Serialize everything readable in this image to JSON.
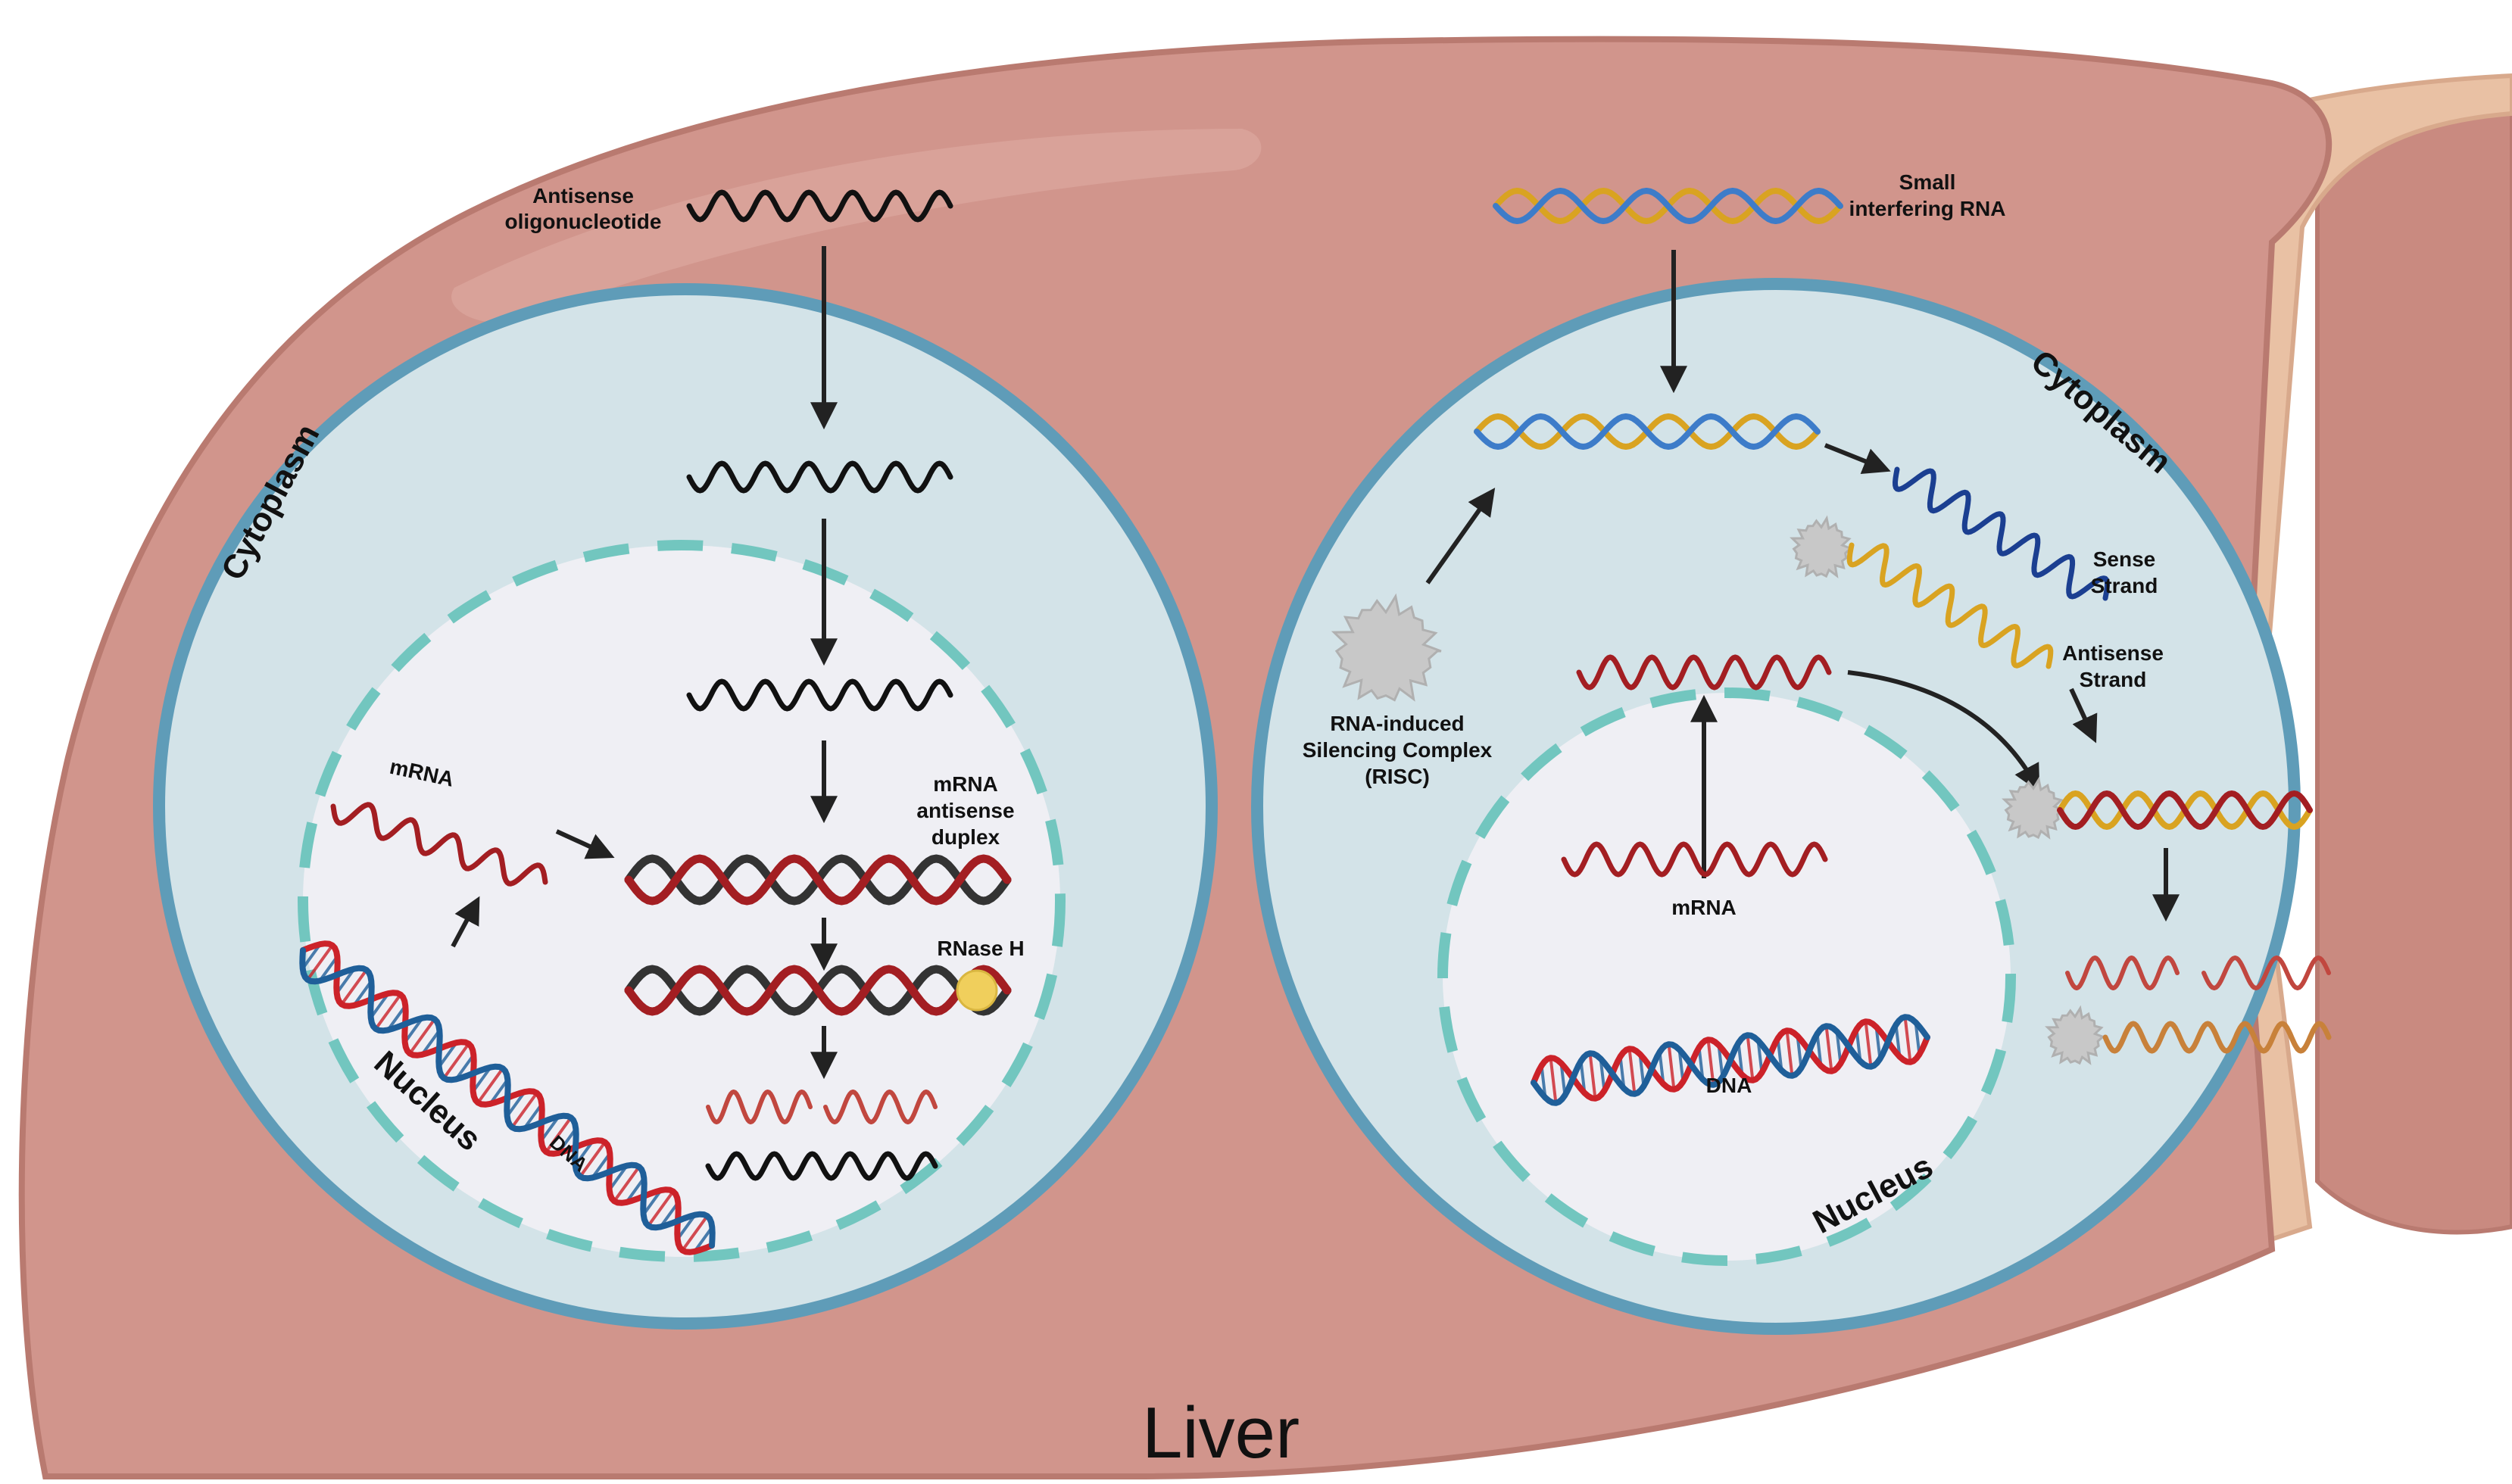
{
  "diagram": {
    "organ_label": "Liver",
    "colors": {
      "liver": "#d1958c",
      "liver_edge": "#b97a70",
      "cell_fill": "#d3e3e8",
      "cell_border": "#5f9cb8",
      "nucleus_fill": "#efeff4",
      "nuclear_envelope": "#72c6bf",
      "aso_strand": "#111111",
      "mrna_strand": "#a31e22",
      "sirna_blue": "#3d7cc9",
      "sirna_gold": "#d9a321",
      "dna_blue": "#1f5f99",
      "dna_red": "#cc2229",
      "rnase": "#f0cf5c",
      "risc": "#c8c8c8"
    },
    "left_cell": {
      "aso_label_line1": "Antisense",
      "aso_label_line2": "oligonucleotide",
      "cytoplasm_label": "Cytoplasm",
      "nucleus_label": "Nucleus",
      "mrna_label": "mRNA",
      "dna_label": "DNA",
      "duplex_line1": "mRNA",
      "duplex_line2": "antisense",
      "duplex_line3": "duplex",
      "rnase_label": "RNase H"
    },
    "right_cell": {
      "sirna_line1": "Small",
      "sirna_line2": "interfering RNA",
      "cytoplasm_label": "Cytoplasm",
      "sense_line1": "Sense",
      "sense_line2": "Strand",
      "antisense_line1": "Antisense",
      "antisense_line2": "Strand",
      "risc_line1": "RNA-induced",
      "risc_line2": "Silencing Complex",
      "risc_line3": "(RISC)",
      "mrna_label": "mRNA",
      "dna_label": "DNA",
      "nucleus_label": "Nucleus"
    }
  }
}
